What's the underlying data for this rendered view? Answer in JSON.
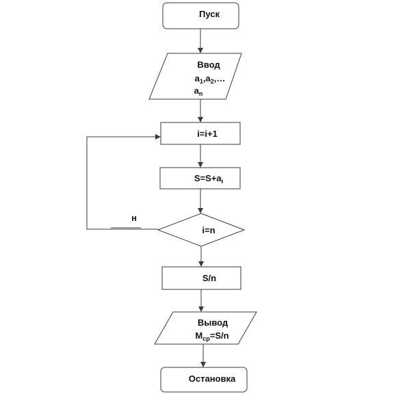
{
  "flowchart": {
    "start": "Пуск",
    "input": {
      "title": "Ввод",
      "line2": {
        "a1": "a",
        "s1": "1",
        "sep1": ",",
        "a2": "a",
        "s2": "2",
        "sep2": ",…"
      },
      "line3": {
        "a": "a",
        "s": "n"
      }
    },
    "increment": "i=i+1",
    "sum": {
      "base": "S=S+a",
      "sub": "i"
    },
    "condition": "i=n",
    "no_label": "н",
    "divide": "S/n",
    "output": {
      "title": "Вывод",
      "line2": {
        "m": "M",
        "s": "ср",
        "rest": "=S/n"
      }
    },
    "stop": "Остановка"
  }
}
